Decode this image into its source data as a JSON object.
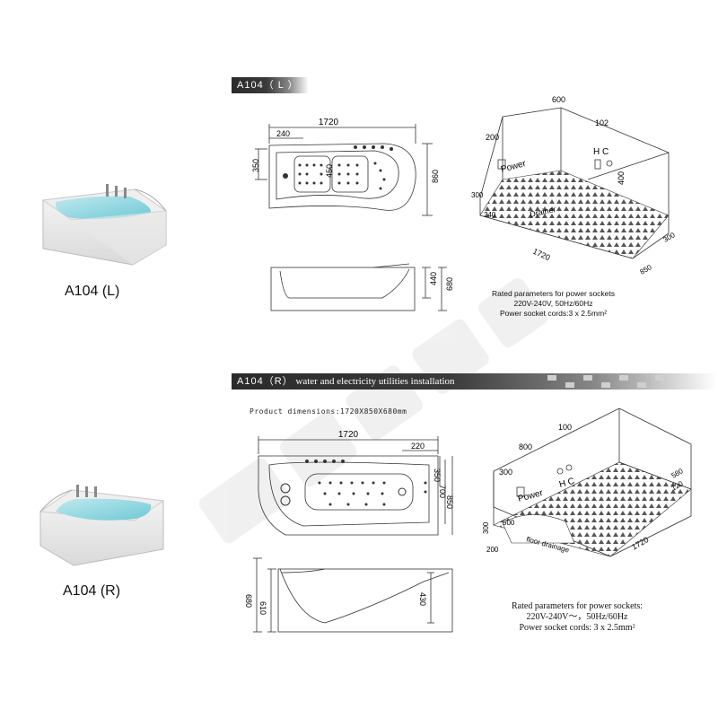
{
  "products": [
    {
      "name": "A104 (L)"
    },
    {
      "name": "A104 (R)"
    }
  ],
  "banners": {
    "left": {
      "code": "A104（ L ）"
    },
    "right": {
      "code": "A104（R）",
      "text": "water and electricity utilities installation"
    }
  },
  "product_dimensions": "Product dimensions:1720X850X680mm",
  "left_top_view": {
    "width": "1720",
    "inner": "240",
    "depth_left": "350",
    "jet": "450",
    "depth": "860"
  },
  "left_side_view": {
    "inner_h": "440",
    "total_h": "680"
  },
  "left_room": {
    "d600": "600",
    "d102": "102",
    "d200": "200",
    "power": "Power",
    "hc": "H C",
    "d400": "400",
    "d300": "300",
    "d240": "240",
    "drainer": "Drainer",
    "d1720": "1720",
    "d850": "850",
    "d300b": "300"
  },
  "left_notes": {
    "line1": "Rated parameters for power sockets",
    "line2": "220V-240V, 50Hz/60Hz",
    "line3": "Power socket cords:3 x 2.5mm²"
  },
  "right_top_view": {
    "width": "1720",
    "d220": "220",
    "d350": "350",
    "d700": "700",
    "d850": "850"
  },
  "right_side_view": {
    "h610": "610",
    "h680": "680",
    "h430": "430"
  },
  "right_room": {
    "d800": "800",
    "d100": "100",
    "d300": "300",
    "power": "Power",
    "hc": "H C",
    "d580": "580",
    "d120": "120",
    "d500": "500",
    "d300b": "300",
    "d200": "200",
    "drainage": "floor drainage",
    "d1720": "1720"
  },
  "right_notes": {
    "line1": "Rated parameters for power sockets:",
    "line2": "220V-240V～，50Hz/60Hz",
    "line3": "Power socket cords: 3 x 2.5mm²"
  }
}
